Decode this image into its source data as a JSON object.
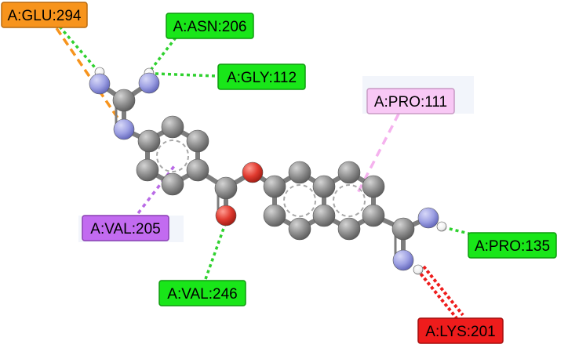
{
  "colors": {
    "background": "#ffffff",
    "carbon": "#8f8f8f",
    "carbon_dark": "#6e6e6e",
    "nitrogen": "#9da0e3",
    "nitrogen_dark": "#6c70c4",
    "oxygen": "#e03a2f",
    "hydrogen": "#ffffff",
    "bond": "#7d7d7d"
  },
  "interaction_styles": {
    "salt_bridge": "#f7941d",
    "hbond_conventional": "#2fd12f",
    "pi_alkyl": "#b96ae6",
    "alkyl": "#f5b2ee",
    "unfavorable": "#ee1c1c"
  },
  "residues": [
    {
      "id": "glu294",
      "label": "A:GLU:294",
      "fill": "#f7941d",
      "stroke": "#b86a10"
    },
    {
      "id": "asn206",
      "label": "A:ASN:206",
      "fill": "#19e619",
      "stroke": "#0f9a0f"
    },
    {
      "id": "gly112",
      "label": "A:GLY:112",
      "fill": "#19e619",
      "stroke": "#0f9a0f"
    },
    {
      "id": "pro111",
      "label": "A:PRO:111",
      "fill": "#f8c8f5",
      "stroke": "#c89ac4"
    },
    {
      "id": "val205",
      "label": "A:VAL:205",
      "fill": "#c26bf0",
      "stroke": "#8a3fb3"
    },
    {
      "id": "pro135",
      "label": "A:PRO:135",
      "fill": "#19e619",
      "stroke": "#0f9a0f"
    },
    {
      "id": "val246",
      "label": "A:VAL:246",
      "fill": "#19e619",
      "stroke": "#0f9a0f"
    },
    {
      "id": "lys201",
      "label": "A:LYS:201",
      "fill": "#ee1c1c",
      "stroke": "#a30f0f"
    }
  ]
}
